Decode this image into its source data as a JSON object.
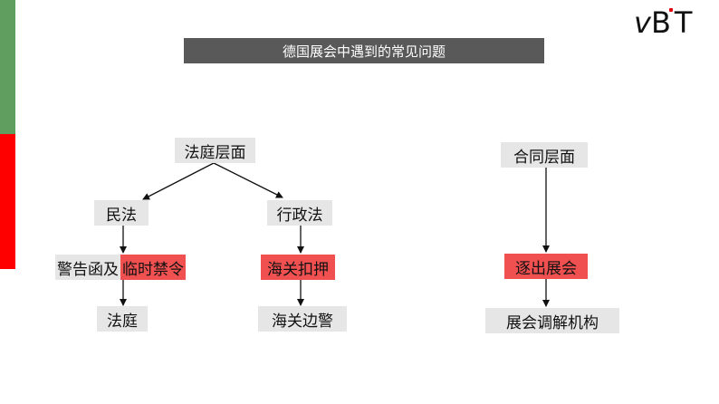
{
  "logo": {
    "v": "v",
    "b": "B",
    "t": "T"
  },
  "title": "德国展会中遇到的常见问题",
  "nodes": {
    "court_level": "法庭层面",
    "civil_law": "民法",
    "admin_law": "行政法",
    "warning_letter": "警告函及",
    "injunction": "临时禁令",
    "customs_seizure": "海关扣押",
    "court": "法庭",
    "customs_border": "海关边警",
    "contract_level": "合同层面",
    "expulsion": "逐出展会",
    "mediation": "展会调解机构"
  },
  "colors": {
    "highlight": "#f05050",
    "node_bg": "#e6e6e6",
    "title_bg": "#595959",
    "bar_green": "#5f9e5f",
    "bar_red": "#ff0000"
  }
}
